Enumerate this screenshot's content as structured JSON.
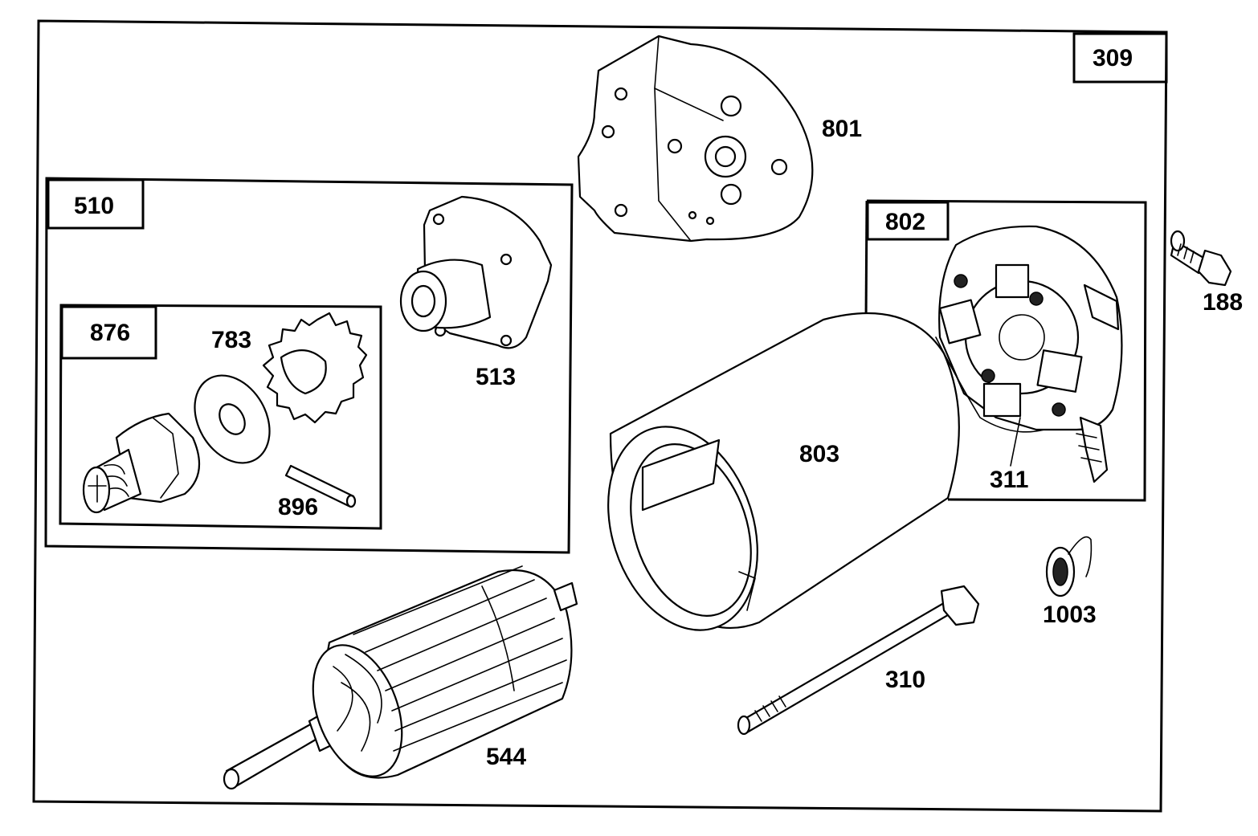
{
  "assembly": {
    "main": "309",
    "drive_assembly": "510",
    "drive_kit": "876",
    "brush_assembly": "802"
  },
  "parts": {
    "p801": "801",
    "p513": "513",
    "p783": "783",
    "p896": "896",
    "p803": "803",
    "p311": "311",
    "p188": "188",
    "p1003": "1003",
    "p310": "310",
    "p544": "544"
  }
}
